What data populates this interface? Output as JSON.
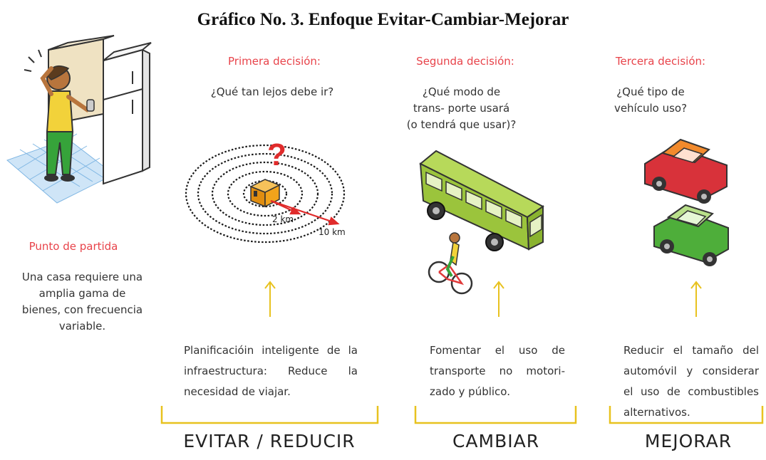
{
  "title": "Gráfico No. 3. Enfoque Evitar-Cambiar-Mejorar",
  "colors": {
    "accent_red": "#e8434a",
    "bracket_yellow": "#e8c21f",
    "bus_green": "#9bc43c",
    "house_orange": "#f2a31b"
  },
  "start": {
    "heading": "Punto de partida",
    "text": "Una casa requiere una amplia gama de bienes, con frecuencia variable."
  },
  "decisions": [
    {
      "heading": "Primera decisión:",
      "question": "¿Qué tan lejos debe ir?",
      "description": "Planificacióin inteligente de la infraestructura: Reduce la necesidad de viajar.",
      "label": "EVITAR / REDUCIR",
      "icon": "concentric-distance-rings-icon"
    },
    {
      "heading": "Segunda decisión:",
      "question": "¿Qué modo de trans- porte usará (o tendrá que usar)?",
      "description": "Fomentar el uso de transporte no motori- zado y público.",
      "label": "CAMBIAR",
      "icon": "bus-bicycle-icon"
    },
    {
      "heading": "Tercera decisión:",
      "question": "¿Qué tipo de vehículo uso?",
      "description": "Reducir el tamaño del automóvil y considerar el uso de combustibles alternativos.",
      "label": "MEJORAR",
      "icon": "cars-icon"
    }
  ],
  "distances": {
    "inner": "2 km",
    "outer": "10 km",
    "question_mark": "?"
  }
}
